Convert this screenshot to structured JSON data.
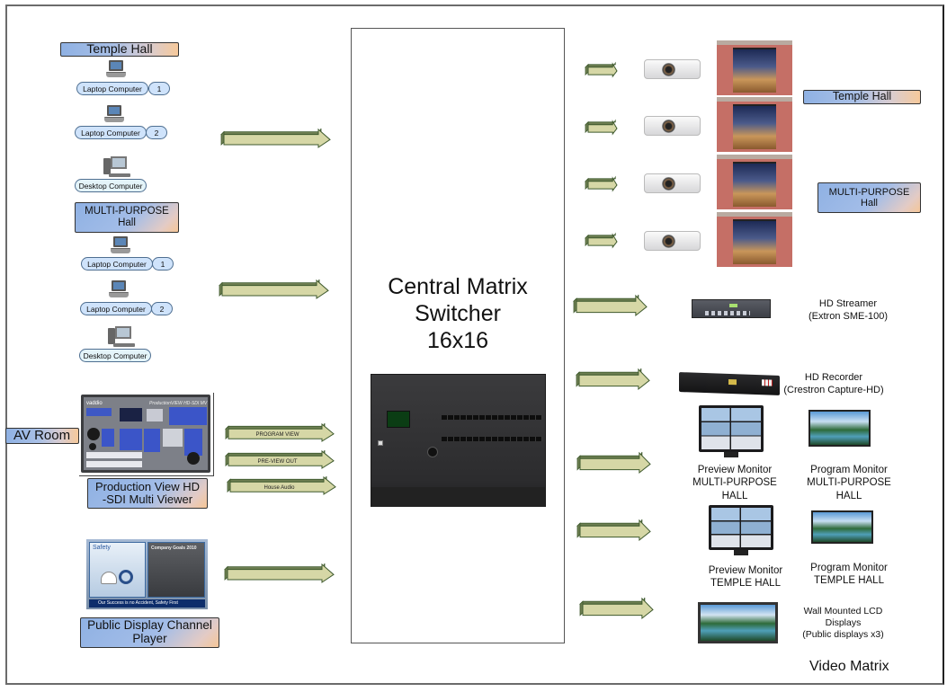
{
  "diagram": {
    "caption": "Video Matrix",
    "central": {
      "title_lines": [
        "Central Matrix",
        "Switcher",
        "16x16"
      ]
    },
    "inputs": {
      "temple_hall": {
        "label": "Temple Hall",
        "devices": [
          {
            "label": "Laptop Computer",
            "number": "1",
            "icon": "laptop-icon"
          },
          {
            "label": "Laptop Computer",
            "number": "2",
            "icon": "laptop-icon"
          },
          {
            "label": "Desktop Computer",
            "icon": "desktop-icon"
          }
        ]
      },
      "multi_purpose_hall": {
        "label_lines": [
          "MULTI-PURPOSE",
          "Hall"
        ],
        "devices": [
          {
            "label": "Laptop Computer",
            "number": "1",
            "icon": "laptop-icon"
          },
          {
            "label": "Laptop Computer",
            "number": "2",
            "icon": "laptop-icon"
          },
          {
            "label": "Desktop Computer",
            "icon": "desktop-icon"
          }
        ]
      },
      "av_room": {
        "label": "AV Room",
        "device_label_lines": [
          "Production View HD",
          "-SDI Multi Viewer"
        ],
        "device_brand": "vaddio",
        "device_model": "ProductionVIEW HD-SDI MV",
        "signals": [
          "PROGRAM VIEW",
          "PRE-VIEW OUT",
          "House Audio"
        ]
      },
      "public_display": {
        "label_lines": [
          "Public Display Channel",
          "Player"
        ],
        "screen": {
          "left_title": "Safety",
          "right_title": "Company Goals 2010",
          "ticker": "Our Success is no Accident, Safety First"
        }
      }
    },
    "outputs": {
      "projector_groups": [
        {
          "label": "Temple Hall"
        },
        {
          "label_lines": [
            "MULTI-PURPOSE",
            "Hall"
          ]
        }
      ],
      "projector_count": 4,
      "hd_streamer": {
        "lines": [
          "HD Streamer",
          "(Extron SME-100)"
        ]
      },
      "hd_recorder": {
        "lines": [
          "HD Recorder",
          "(Crestron Capture-HD)"
        ]
      },
      "preview_mp": {
        "lines": [
          "Preview Monitor",
          "MULTI-PURPOSE",
          "HALL"
        ]
      },
      "program_mp": {
        "lines": [
          "Program Monitor",
          "MULTI-PURPOSE",
          "HALL"
        ]
      },
      "preview_th": {
        "lines": [
          "Preview Monitor",
          "TEMPLE HALL"
        ]
      },
      "program_th": {
        "lines": [
          "Program Monitor",
          "TEMPLE HALL"
        ]
      },
      "wall_lcd": {
        "lines": [
          "Wall Mounted LCD",
          "Displays",
          "(Public displays x3)"
        ]
      }
    },
    "colors": {
      "arrow_fill": "#d6d7a6",
      "arrow_stroke": "#3f5a2e",
      "arrow_shadow": "#6e7f52",
      "label_gradient_start": "#8fb1e3",
      "label_gradient_end": "#f6c99b"
    }
  }
}
